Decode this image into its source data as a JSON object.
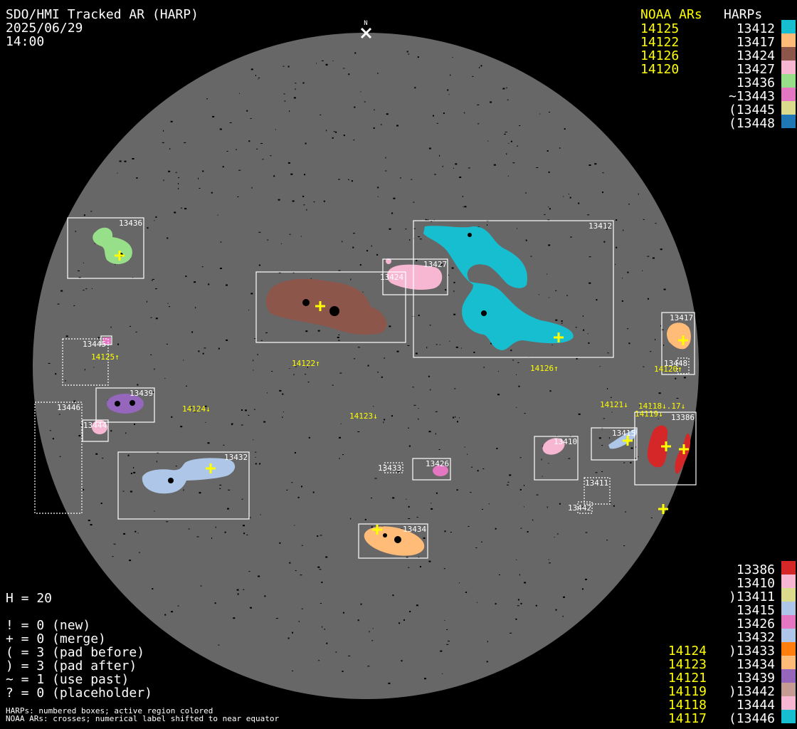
{
  "header": {
    "title": "SDO/HMI Tracked AR (HARP)",
    "date": "2025/06/29",
    "time": "14:00"
  },
  "north_label": "N",
  "legend_top": {
    "noaa_header": "NOAA ARs",
    "harp_header": "HARPs",
    "noaa": [
      "14125",
      "14122",
      "14126",
      "14120"
    ],
    "harps": [
      {
        "label": "13412",
        "color": "#17becf"
      },
      {
        "label": "13417",
        "color": "#ffbb78"
      },
      {
        "label": "13424",
        "color": "#8c564b"
      },
      {
        "label": "13427",
        "color": "#f7b6d2"
      },
      {
        "label": "13436",
        "color": "#98df8a"
      },
      {
        "label": "~13443",
        "color": "#e377c2"
      },
      {
        "label": "(13445",
        "color": "#dbdb8d"
      },
      {
        "label": "(13448",
        "color": "#1f77b4"
      }
    ]
  },
  "legend_bottom": {
    "harps": [
      {
        "label": "13386",
        "color": "#d62728"
      },
      {
        "label": "13410",
        "color": "#f7b6d2"
      },
      {
        "label": ")13411",
        "color": "#dbdb8d"
      },
      {
        "label": "13415",
        "color": "#aec7e8"
      },
      {
        "label": "13426",
        "color": "#e377c2"
      },
      {
        "label": "13432",
        "color": "#aec7e8"
      },
      {
        "label": ")13433",
        "color": "#ff7f0e"
      },
      {
        "label": "13434",
        "color": "#ffbb78"
      },
      {
        "label": "13439",
        "color": "#9467bd"
      },
      {
        "label": ")13442",
        "color": "#c49c94"
      },
      {
        "label": "13444",
        "color": "#f7b6d2"
      },
      {
        "label": "(13446",
        "color": "#17becf"
      }
    ],
    "noaa": [
      "14124",
      "14123",
      "14121",
      "14119",
      "14118",
      "14117"
    ]
  },
  "stats": {
    "h": "H = 20",
    "lines": [
      "! = 0 (new)",
      "+ = 0 (merge)",
      "( = 3 (pad before)",
      ") = 3 (pad after)",
      "~ = 1 (use past)",
      "? = 0 (placeholder)"
    ]
  },
  "footer": {
    "line1": "HARPs: numbered boxes; active region colored",
    "line2": "NOAA ARs: crosses; numerical label shifted to near equator"
  },
  "disk": {
    "harp_labels": [
      "13436",
      "13424",
      "13427",
      "13412",
      "13417",
      "13448",
      "13445",
      "13439",
      "13446",
      "13444",
      "13432",
      "13433",
      "13426",
      "13410",
      "13415",
      "13386",
      "13411",
      "13442",
      "13434"
    ],
    "noaa_labels": [
      "14125↑",
      "14122↑",
      "14126↑",
      "14120↑",
      "14124↓",
      "14123↓",
      "14121↓",
      "14118↓.17↓",
      "14119↓"
    ]
  },
  "colors": {
    "disk": "#676767",
    "background": "#000000",
    "noaa": "#ffff00"
  }
}
